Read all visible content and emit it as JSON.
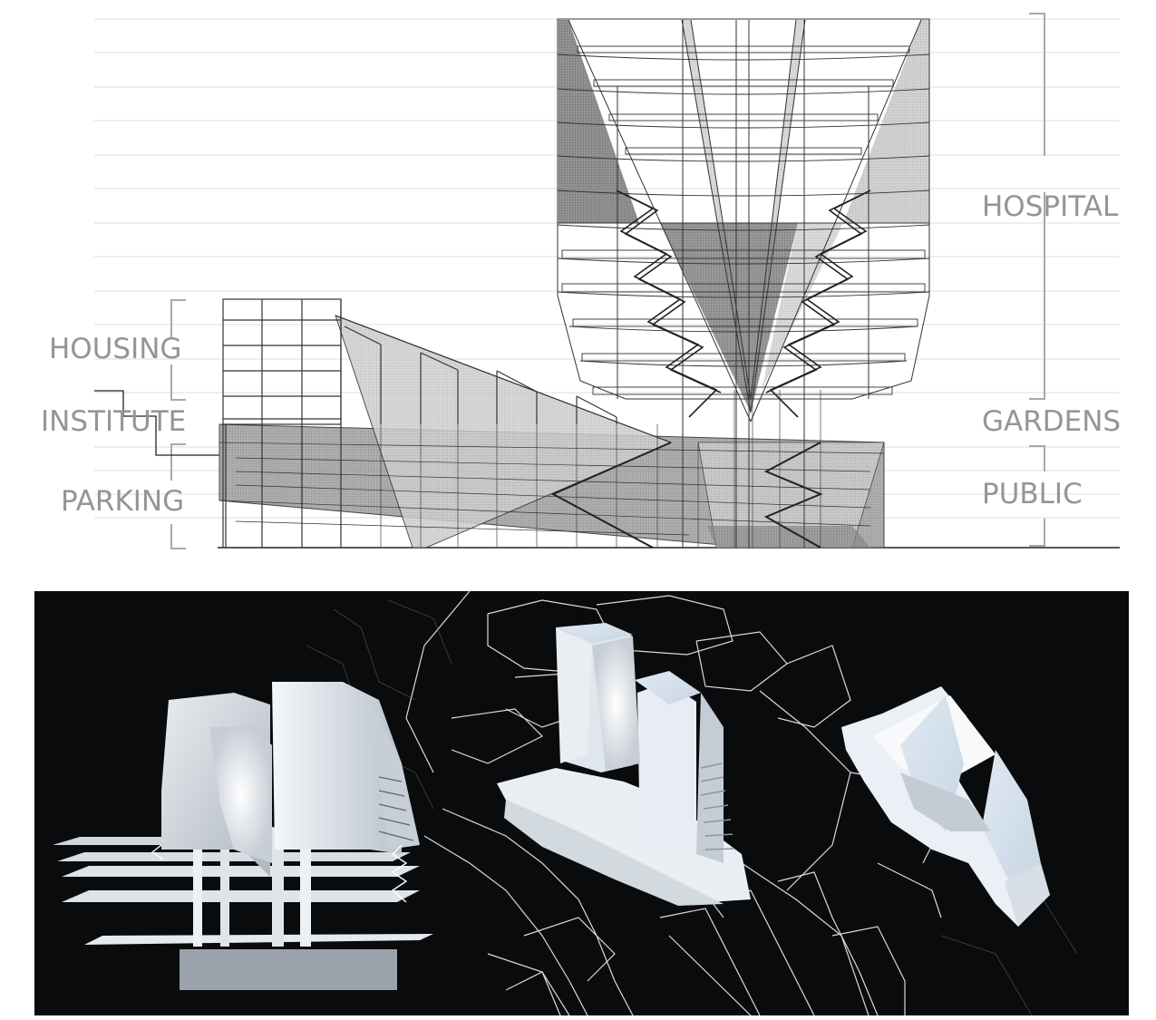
{
  "section_diagram": {
    "left_labels": [
      {
        "id": "housing",
        "text": "HOUSING"
      },
      {
        "id": "institute",
        "text": "INSTITUTE"
      },
      {
        "id": "parking",
        "text": "PARKING"
      }
    ],
    "right_labels": [
      {
        "id": "hospital",
        "text": "HOSPITAL"
      },
      {
        "id": "gardens",
        "text": "GARDENS"
      },
      {
        "id": "public",
        "text": "PUBLIC"
      }
    ],
    "colors": {
      "label_gray": "#939598",
      "floor_line": "#d9d9d9",
      "bracket": "#a7a9ac",
      "line_work": "#2b2b2b",
      "hatch_dark": "#8a8a8a",
      "hatch_light": "#c8c8c8"
    }
  },
  "renderings": {
    "background": "#0a0b0d",
    "views": [
      {
        "id": "elevation-perspective",
        "description": "two white towers over stacked layered slabs"
      },
      {
        "id": "aerial-perspective",
        "description": "towers in urban context with white line-work buildings"
      },
      {
        "id": "plan-view",
        "description": "top-down view of tower massing"
      }
    ]
  }
}
